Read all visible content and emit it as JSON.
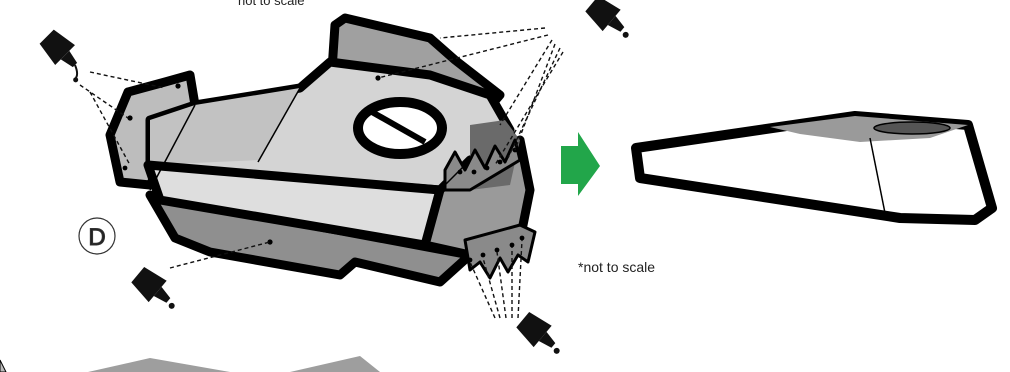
{
  "figure": {
    "step_marker": "D",
    "top_note": "not to scale",
    "bottom_note": "*not to scale"
  },
  "colors": {
    "arrow": "#22a64a",
    "light_gray": "#d9d9d9",
    "mid_gray": "#a8a8a8",
    "dark_gray": "#6d6d6d",
    "outline": "#000000"
  },
  "icons": [
    "glue-bottle-icon",
    "next-step-arrow-icon",
    "step-circle-icon"
  ]
}
